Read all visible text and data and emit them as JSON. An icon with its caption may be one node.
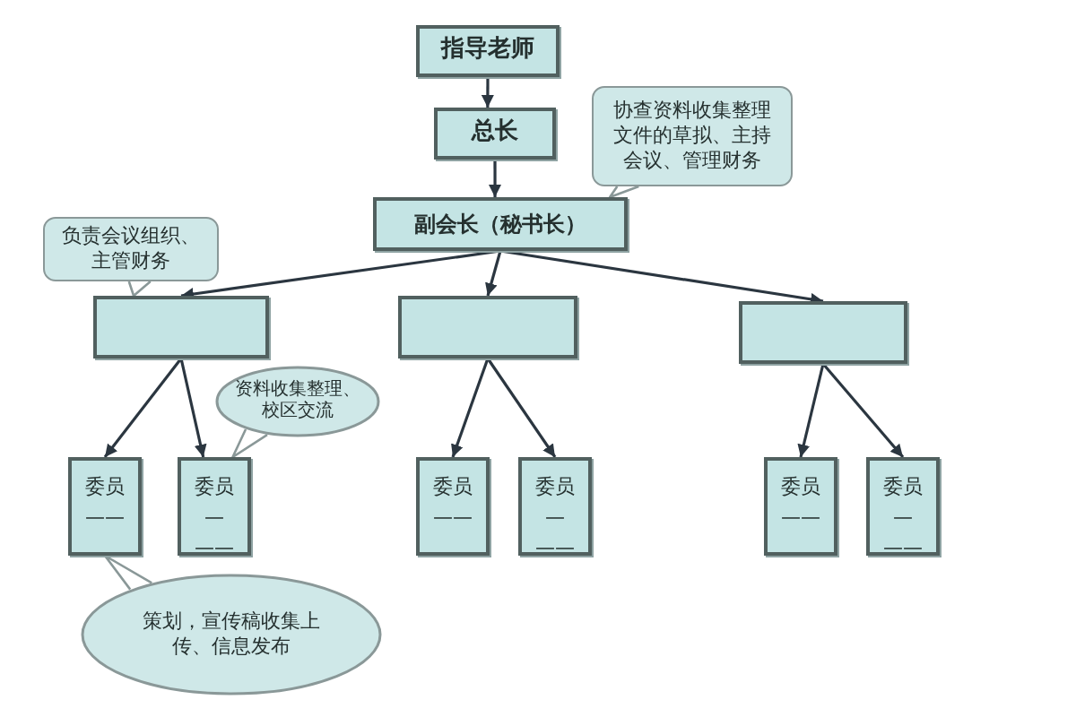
{
  "diagram": {
    "nodes": [
      {
        "text": [
          "指导老师"
        ]
      },
      {
        "text": [
          "总长"
        ]
      },
      {
        "text": [
          "协查资料收集整理文件的草拟、主持会议、管理财务"
        ]
      },
      {
        "text": [
          "副会长（秘书长）"
        ]
      },
      {
        "text": [
          "负责会议组织、主管财务"
        ]
      },
      {
        "text": [],
        "shape": "box"
      },
      {
        "text": [],
        "shape": "box"
      },
      {
        "text": [],
        "shape": "box"
      },
      {
        "text": [
          "资料收集整理、校区交流"
        ]
      },
      {
        "text": [
          "委员",
          "——"
        ]
      },
      {
        "text": [
          "委员",
          "—",
          "——"
        ]
      },
      {
        "text": [
          "委员",
          "——"
        ]
      },
      {
        "text": [
          "委员",
          "—",
          "——"
        ]
      },
      {
        "text": [
          "委员",
          "——"
        ]
      },
      {
        "text": [
          "委员",
          "—",
          "——"
        ]
      },
      {
        "text": [
          "策划，宣传稿收集上传、信息发布"
        ]
      }
    ],
    "edges": [
      {
        "from": 0,
        "to": 1,
        "arrow": "to"
      },
      {
        "from": 1,
        "to": 3,
        "arrow": "to"
      },
      {
        "from": 2,
        "to": 3,
        "arrow": "none",
        "color": "#8a9898"
      },
      {
        "from": 3,
        "to": 5,
        "arrow": "to"
      },
      {
        "from": 3,
        "to": 6,
        "arrow": "to"
      },
      {
        "from": 3,
        "to": 7,
        "arrow": "to"
      },
      {
        "from": 4,
        "to": 5,
        "arrow": "none",
        "color": "#8a9898"
      },
      {
        "from": 5,
        "to": 9,
        "arrow": "to"
      },
      {
        "from": 5,
        "to": 10,
        "arrow": "to"
      },
      {
        "from": 8,
        "to": 10,
        "arrow": "none",
        "color": "#8a9898"
      },
      {
        "from": 6,
        "to": 11,
        "arrow": "to"
      },
      {
        "from": 6,
        "to": 12,
        "arrow": "to"
      },
      {
        "from": 7,
        "to": 13,
        "arrow": "to"
      },
      {
        "from": 7,
        "to": 14,
        "arrow": "to"
      },
      {
        "from": 15,
        "to": 9,
        "arrow": "none",
        "color": "#8a9898"
      }
    ]
  }
}
